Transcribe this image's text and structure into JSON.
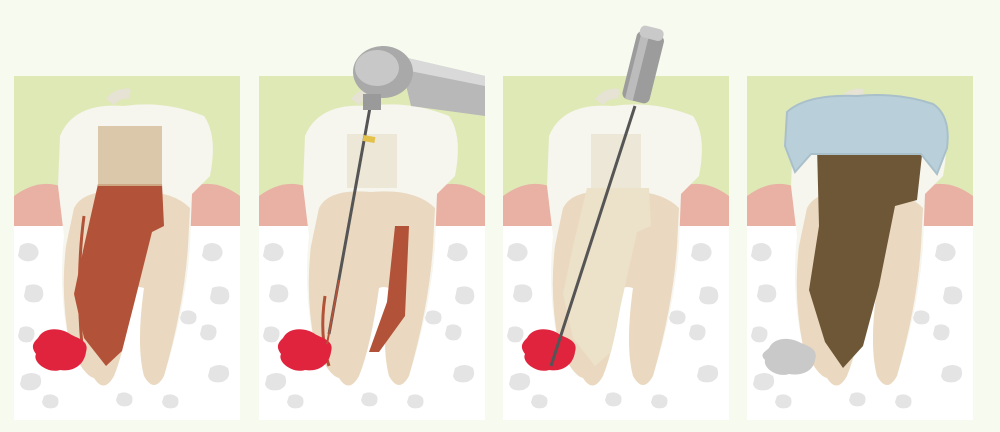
{
  "caption": "",
  "stages": [
    {
      "id": "infected",
      "instrument": "none",
      "pulp": "inflamed",
      "infection": "red-abscess"
    },
    {
      "id": "drilling",
      "instrument": "dental-handpiece-with-file",
      "pulp": "partially-removed",
      "infection": "red-abscess"
    },
    {
      "id": "cleaning",
      "instrument": "endodontic-hand-file",
      "pulp": "removed",
      "infection": "red-abscess"
    },
    {
      "id": "filled-and-crowned",
      "instrument": "none",
      "pulp": "root-filling",
      "infection": "healing-grey",
      "crown": "blue-cap"
    }
  ],
  "colors": {
    "gum_background": "#dfe9b6",
    "bone": "#ffffff",
    "bone_spots": "#e4e4e4",
    "gum": "#e8b1a4",
    "enamel": "#f6f5ee",
    "dentin": "#ead9c0",
    "pulp_inflamed": "#b25238",
    "infection": "#e0243d",
    "filling": "#6e5737",
    "crown": "#b9d0db",
    "healed": "#c9c9c9",
    "instrument_metal": "#b8b8b8"
  }
}
